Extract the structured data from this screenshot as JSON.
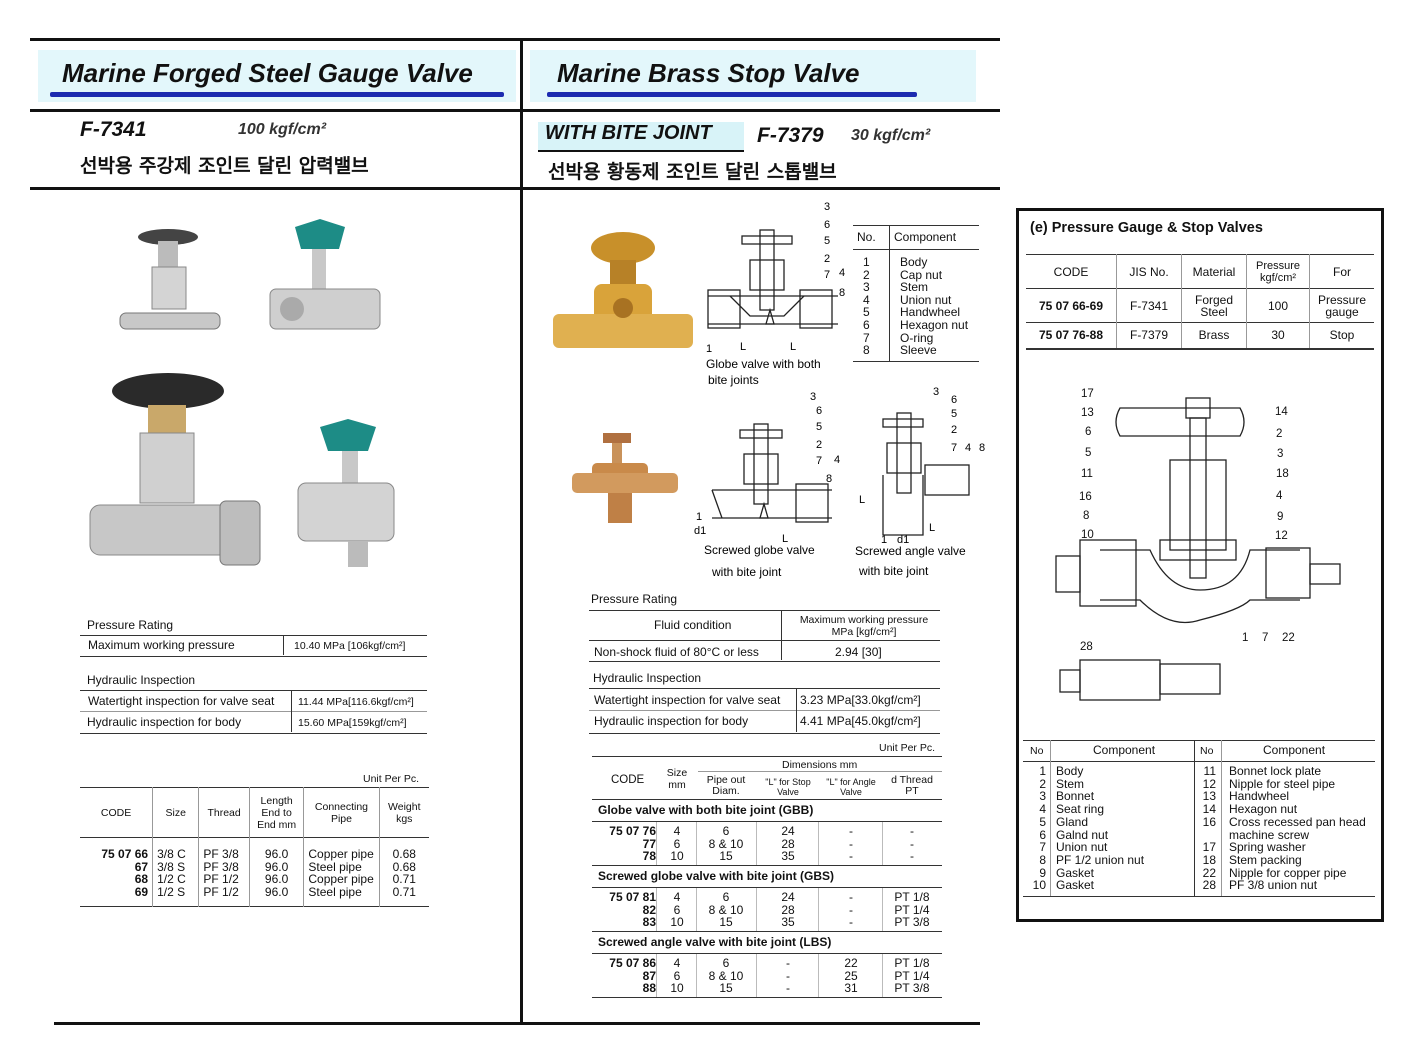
{
  "left": {
    "title": "Marine Forged Steel Gauge Valve",
    "code": "F-7341",
    "pressure": "100 kgf/cm²",
    "korean": "선박용 주강제 조인트 달린 압력밸브",
    "rating_title": "Pressure Rating",
    "rating_row": {
      "label": "Maximum working pressure",
      "value": "10.40 MPa [106kgf/cm²]"
    },
    "hyd_title": "Hydraulic Inspection",
    "hyd_rows": [
      {
        "label": "Watertight inspection for valve seat",
        "value": "11.44  MPa[116.6kgf/cm²]"
      },
      {
        "label": "Hydraulic inspection for body",
        "value": "15.60  MPa[159kgf/cm²]"
      }
    ],
    "unit": "Unit Per Pc.",
    "headers": [
      "CODE",
      "Size",
      "Thread",
      "Length End to End mm",
      "Connecting Pipe",
      "Weight kgs"
    ],
    "rows": [
      [
        "75 07 66",
        "3/8 C",
        "PF 3/8",
        "96.0",
        "Copper pipe",
        "0.68"
      ],
      [
        "67",
        "3/8 S",
        "PF 3/8",
        "96.0",
        "Steel pipe",
        "0.68"
      ],
      [
        "68",
        "1/2 C",
        "PF 1/2",
        "96.0",
        "Copper pipe",
        "0.71"
      ],
      [
        "69",
        "1/2 S",
        "PF 1/2",
        "96.0",
        "Steel pipe",
        "0.71"
      ]
    ]
  },
  "middle": {
    "title": "Marine Brass Stop Valve",
    "bite": "WITH BITE JOINT",
    "code": "F-7379",
    "pressure": "30 kgf/cm²",
    "korean": "선박용 황동제 조인트 달린 스톱밸브",
    "component_headers": [
      "No.",
      "Component"
    ],
    "components": [
      [
        "1",
        "Body"
      ],
      [
        "2",
        "Cap nut"
      ],
      [
        "3",
        "Stem"
      ],
      [
        "4",
        "Union nut"
      ],
      [
        "5",
        "Handwheel"
      ],
      [
        "6",
        "Hexagon nut"
      ],
      [
        "7",
        "O-ring"
      ],
      [
        "8",
        "Sleeve"
      ]
    ],
    "diagram1_caption": [
      "Globe valve with both",
      "bite joints"
    ],
    "diagram2_caption": [
      "Screwed globe valve",
      "with bite joint"
    ],
    "diagram3_caption": [
      "Screwed angle valve",
      "with bite joint"
    ],
    "rating_title": "Pressure Rating",
    "rating_headers": [
      "Fluid condition",
      "Maximum working pressure MPa [kgf/cm²]"
    ],
    "rating_row": [
      "Non-shock fluid of 80°C or less",
      "2.94 [30]"
    ],
    "hyd_title": "Hydraulic Inspection",
    "hyd_rows": [
      {
        "label": "Watertight inspection for valve seat",
        "value": "3.23  MPa[33.0kgf/cm²]"
      },
      {
        "label": "Hydraulic inspection for body",
        "value": "4.41  MPa[45.0kgf/cm²]"
      }
    ],
    "unit": "Unit Per Pc.",
    "dim_header": "Dimensions mm",
    "headers": [
      "CODE",
      "Size mm",
      "Pipe out Diam.",
      "\"L\" for Stop Valve",
      "\"L\" for Angle Valve",
      "d  Thread PT"
    ],
    "groups": [
      {
        "name": "Globe valve with both bite joint (GBB)",
        "rows": [
          [
            "75 07 76",
            "4",
            "6",
            "24",
            "-",
            "-"
          ],
          [
            "77",
            "6",
            "8 & 10",
            "28",
            "-",
            "-"
          ],
          [
            "78",
            "10",
            "15",
            "35",
            "-",
            "-"
          ]
        ]
      },
      {
        "name": "Screwed globe valve with bite joint (GBS)",
        "rows": [
          [
            "75 07 81",
            "4",
            "6",
            "24",
            "-",
            "PT 1/8"
          ],
          [
            "82",
            "6",
            "8 & 10",
            "28",
            "-",
            "PT 1/4"
          ],
          [
            "83",
            "10",
            "15",
            "35",
            "-",
            "PT 3/8"
          ]
        ]
      },
      {
        "name": "Screwed angle valve with bite joint (LBS)",
        "rows": [
          [
            "75 07 86",
            "4",
            "6",
            "-",
            "22",
            "PT 1/8"
          ],
          [
            "87",
            "6",
            "8 & 10",
            "-",
            "25",
            "PT 1/4"
          ],
          [
            "88",
            "10",
            "15",
            "-",
            "31",
            "PT 3/8"
          ]
        ]
      }
    ]
  },
  "right": {
    "title": "(e)  Pressure Gauge & Stop Valves",
    "headers": [
      "CODE",
      "JIS No.",
      "Material",
      "Pressure kgf/cm²",
      "For"
    ],
    "rows": [
      [
        "75 07 66-69",
        "F-7341",
        "Forged Steel",
        "100",
        "Pressure gauge"
      ],
      [
        "75 07 76-88",
        "F-7379",
        "Brass",
        "30",
        "Stop"
      ]
    ],
    "diagram_labels": [
      "17",
      "13",
      "6",
      "5",
      "11",
      "16",
      "8",
      "10",
      "14",
      "2",
      "3",
      "18",
      "4",
      "9",
      "12",
      "1",
      "7",
      "22",
      "28"
    ],
    "comp_headers": [
      "No",
      "Component",
      "No",
      "Component"
    ],
    "components_left": [
      [
        "1",
        "Body"
      ],
      [
        "2",
        "Stem"
      ],
      [
        "3",
        "Bonnet"
      ],
      [
        "4",
        "Seat ring"
      ],
      [
        "5",
        "Gland"
      ],
      [
        "6",
        "Galnd nut"
      ],
      [
        "7",
        "Union nut"
      ],
      [
        "8",
        "PF 1/2 union nut"
      ],
      [
        "9",
        "Gasket"
      ],
      [
        "10",
        "Gasket"
      ]
    ],
    "components_right": [
      [
        "11",
        "Bonnet lock plate"
      ],
      [
        "12",
        "Nipple for steel pipe"
      ],
      [
        "13",
        "Handwheel"
      ],
      [
        "14",
        "Hexagon nut"
      ],
      [
        "16",
        "Cross recessed pan head machine screw"
      ],
      [
        "17",
        "Spring washer"
      ],
      [
        "18",
        "Stem packing"
      ],
      [
        "22",
        "Nipple for copper pipe"
      ],
      [
        "28",
        "PF 3/8 union nut"
      ]
    ]
  }
}
